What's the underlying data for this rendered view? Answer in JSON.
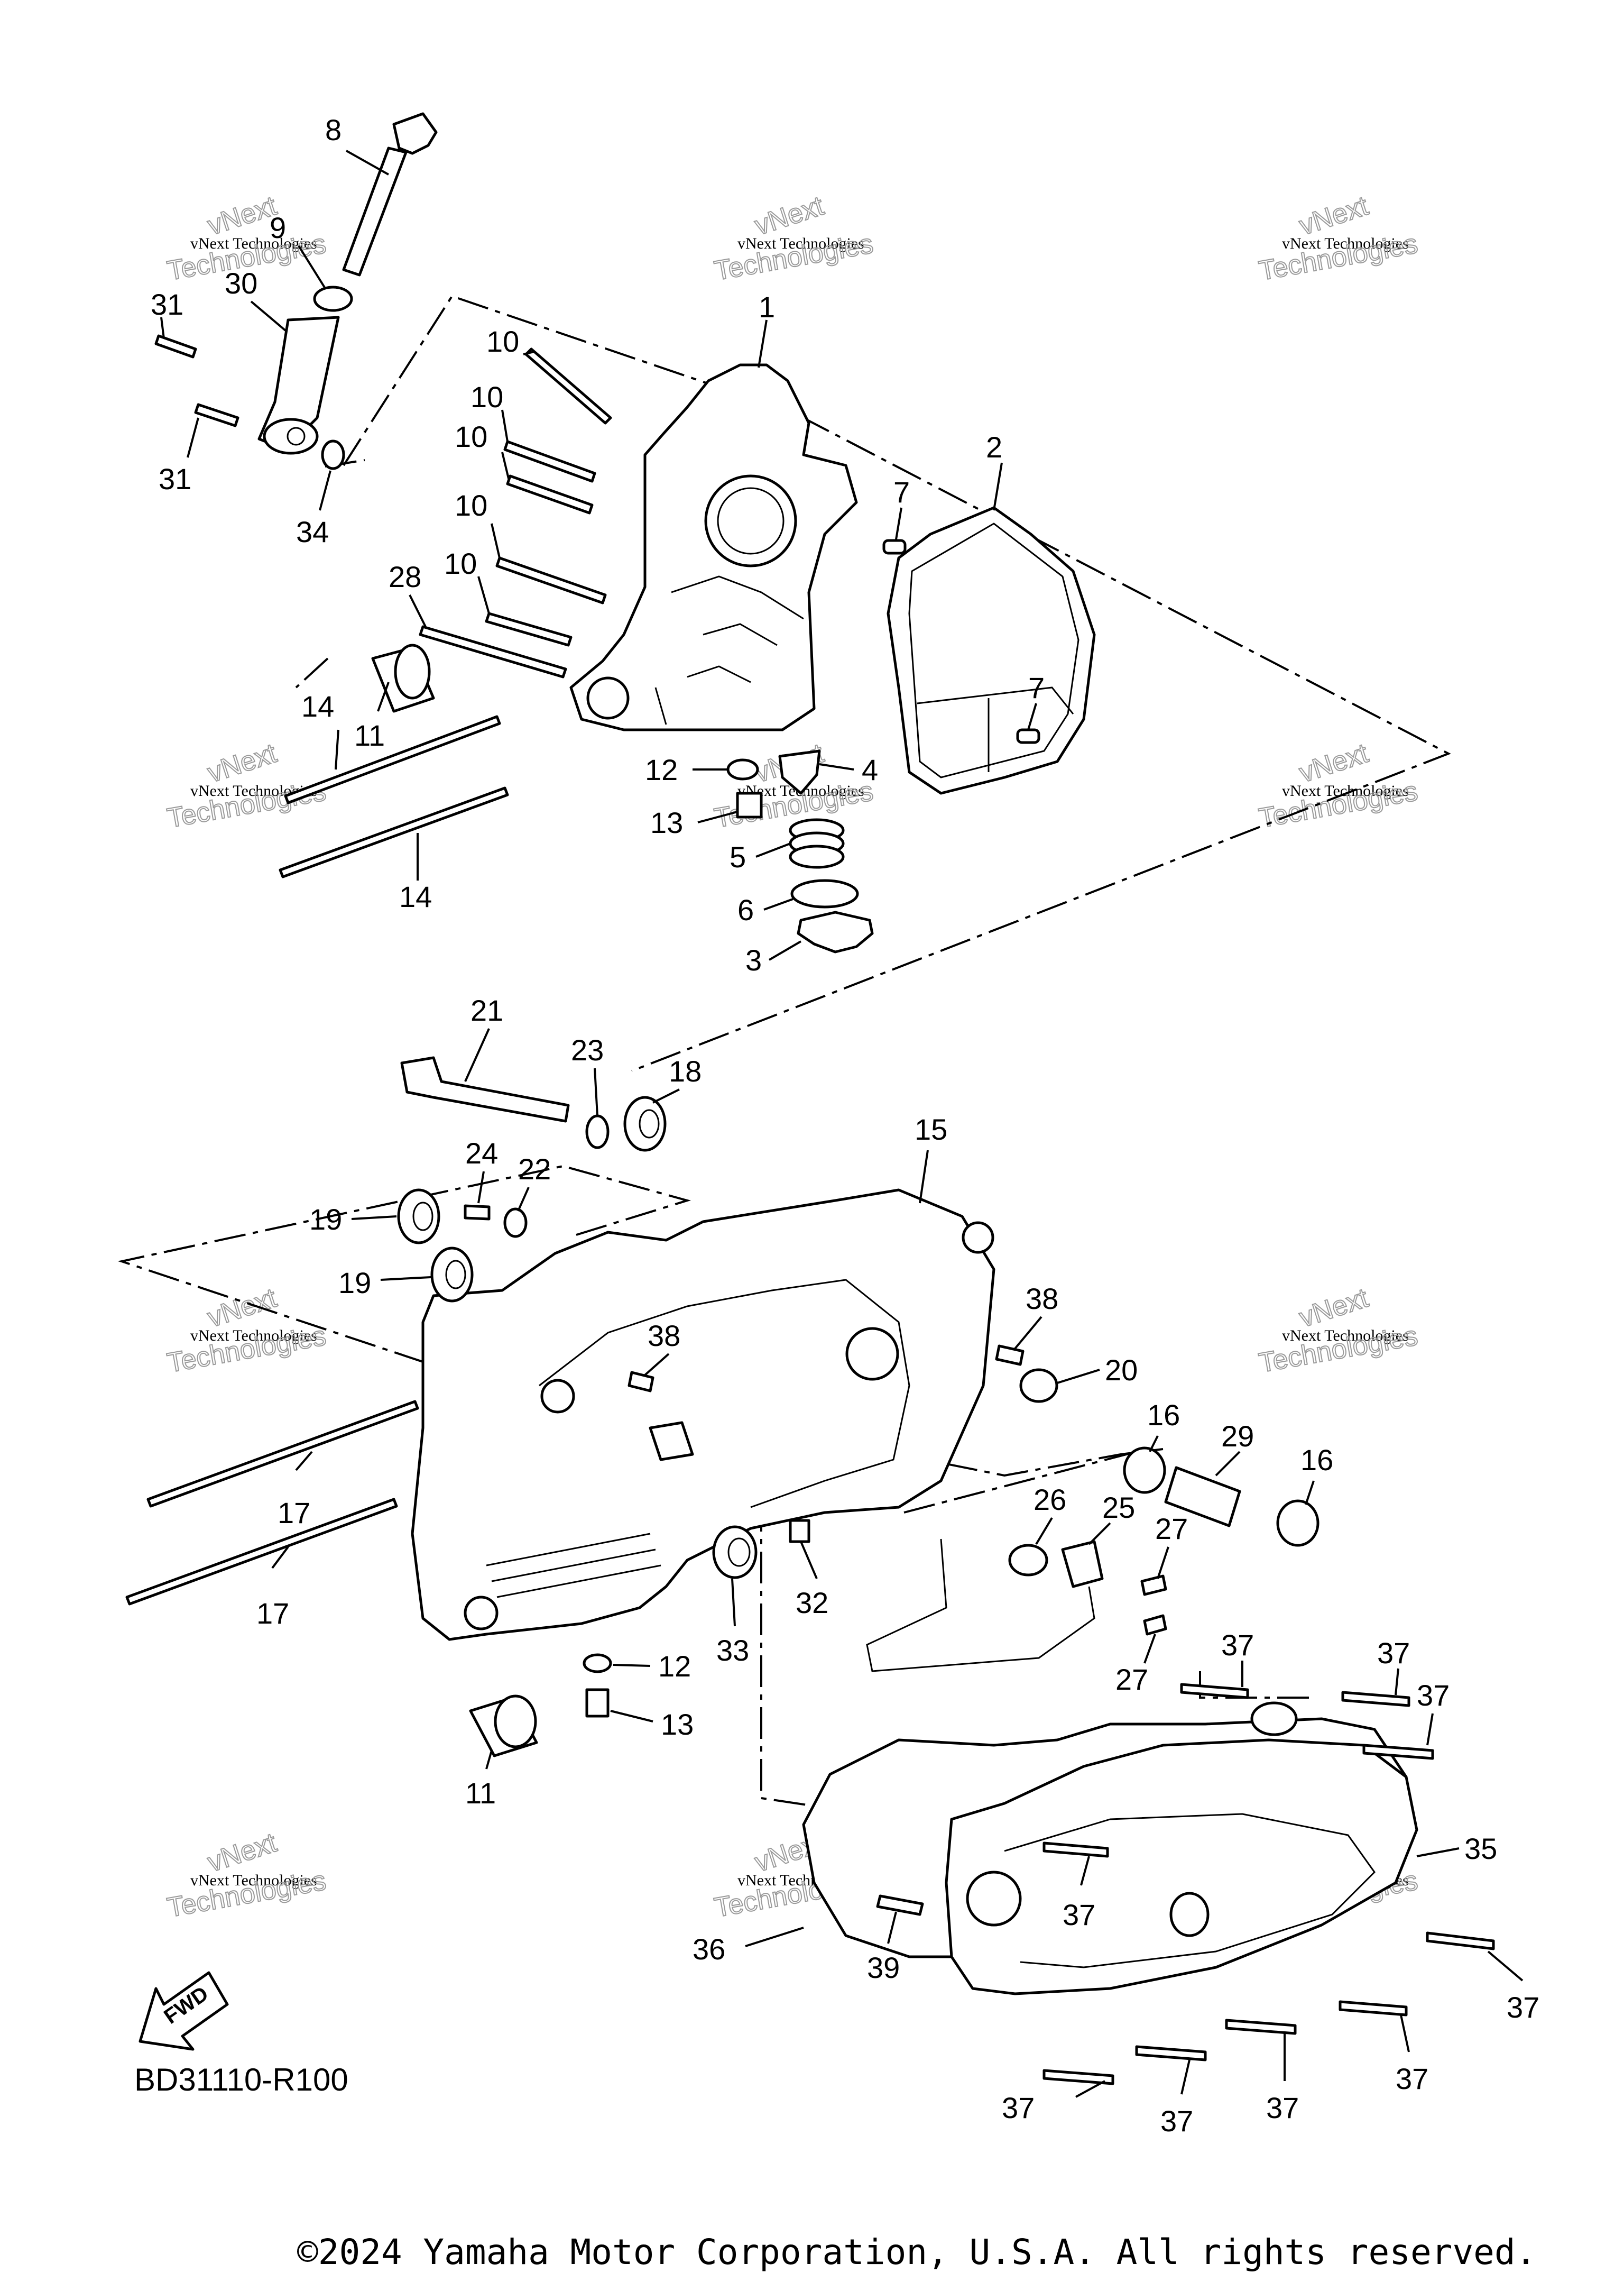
{
  "diagram": {
    "code": "BD31110-R100",
    "fwd_label": "FWD",
    "copyright": "©2024 Yamaha Motor Corporation, U.S.A. All rights reserved.",
    "watermark_line1": "vNext Technologies",
    "watermark_line2": "vNext",
    "watermark_line3": "Technologies"
  },
  "callouts": {
    "c1": "1",
    "c2": "2",
    "c3": "3",
    "c4": "4",
    "c5": "5",
    "c6": "6",
    "c7a": "7",
    "c7b": "7",
    "c8": "8",
    "c9": "9",
    "c10a": "10",
    "c10b": "10",
    "c10c": "10",
    "c10d": "10",
    "c10e": "10",
    "c11a": "11",
    "c11b": "11",
    "c12a": "12",
    "c12b": "12",
    "c13a": "13",
    "c13b": "13",
    "c14a": "14",
    "c14b": "14",
    "c15": "15",
    "c16a": "16",
    "c16b": "16",
    "c17a": "17",
    "c17b": "17",
    "c18": "18",
    "c19a": "19",
    "c19b": "19",
    "c20": "20",
    "c21": "21",
    "c22": "22",
    "c23": "23",
    "c24": "24",
    "c25": "25",
    "c26": "26",
    "c27a": "27",
    "c27b": "27",
    "c28": "28",
    "c29": "29",
    "c30": "30",
    "c31a": "31",
    "c31b": "31",
    "c32": "32",
    "c33": "33",
    "c34": "34",
    "c35": "35",
    "c36": "36",
    "c37a": "37",
    "c37b": "37",
    "c37c": "37",
    "c37d": "37",
    "c37e": "37",
    "c37f": "37",
    "c37g": "37",
    "c37h": "37",
    "c37i": "37",
    "c38a": "38",
    "c38b": "38",
    "c39": "39"
  }
}
